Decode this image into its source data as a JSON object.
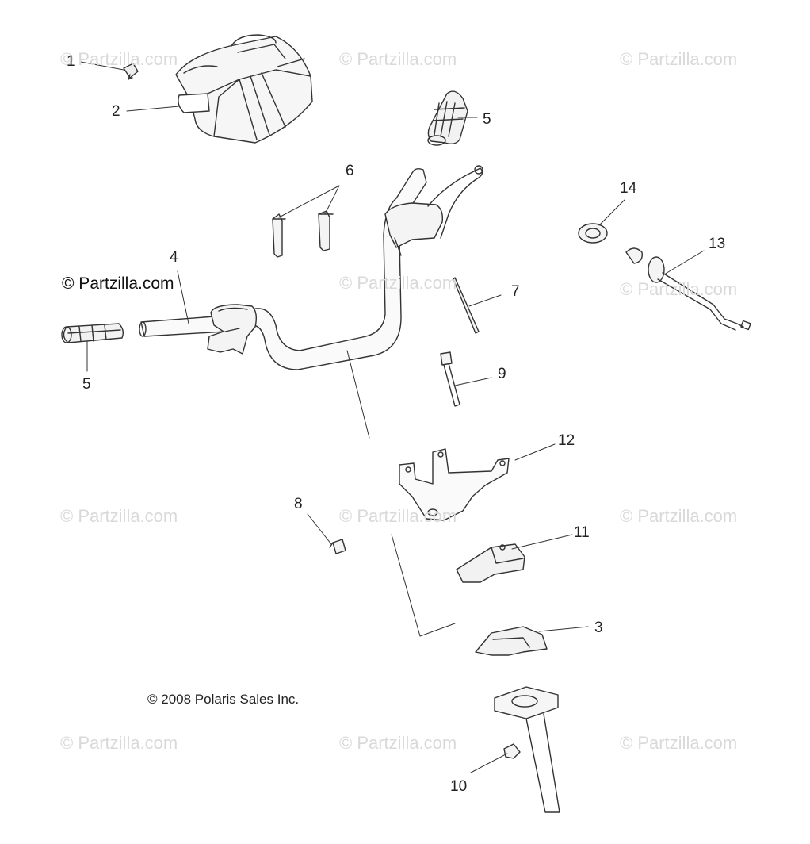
{
  "watermark_text": "© Partzilla.com",
  "brand_text": "© Partzilla.com",
  "copyright_text": "© 2008  Polaris Sales Inc.",
  "callouts": {
    "c1": "1",
    "c2": "2",
    "c3": "3",
    "c4": "4",
    "c5a": "5",
    "c5b": "5",
    "c6": "6",
    "c7": "7",
    "c8": "8",
    "c9": "9",
    "c10": "10",
    "c11": "11",
    "c12": "12",
    "c13": "13",
    "c14": "14"
  }
}
